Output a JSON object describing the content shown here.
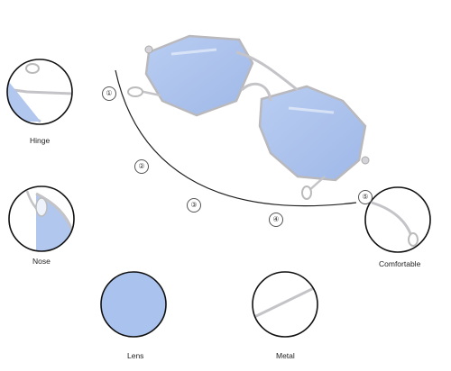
{
  "callouts": [
    {
      "label": "Hinge"
    },
    {
      "label": "Nose"
    },
    {
      "label": "Lens"
    },
    {
      "label": "Metal"
    },
    {
      "label": "Comfortable"
    }
  ],
  "markers": [
    "①",
    "②",
    "③",
    "④",
    "⑤"
  ],
  "colors": {
    "lens_tint": "#a9c1ec",
    "lens_edge": "#8ea9de",
    "frame": "#c8c8cc",
    "outline": "#111111"
  }
}
